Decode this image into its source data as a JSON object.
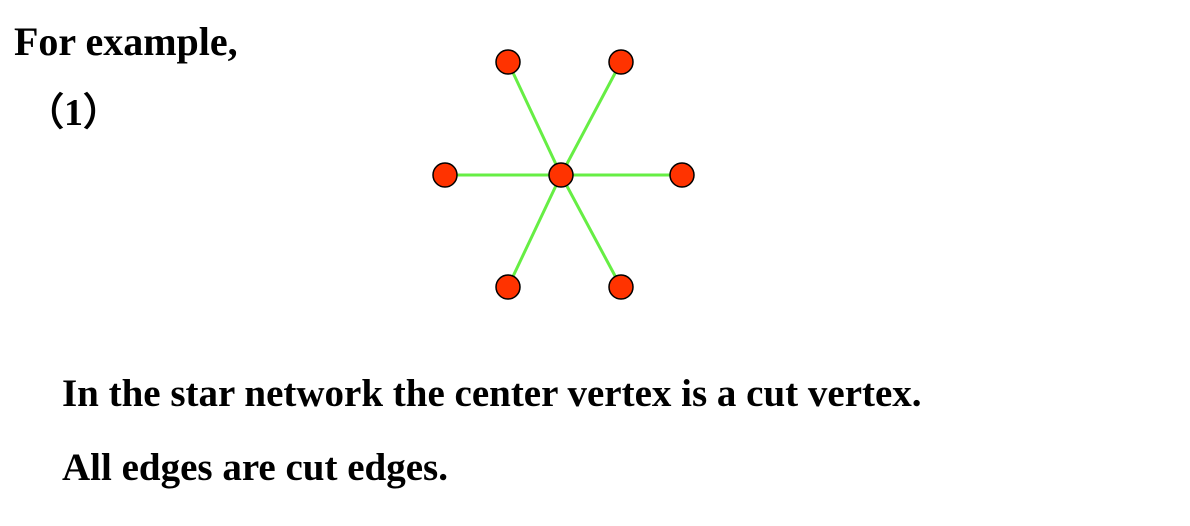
{
  "slide": {
    "heading": "For example,",
    "subheading": "（1）",
    "captions": [
      "In the star network the center vertex is a cut vertex.",
      "All edges are cut edges."
    ]
  },
  "graph": {
    "type": "star",
    "center": "c",
    "vertices": [
      "c",
      "v1",
      "v2",
      "v3",
      "v4",
      "v5",
      "v6"
    ],
    "edges": [
      [
        "c",
        "v1"
      ],
      [
        "c",
        "v2"
      ],
      [
        "c",
        "v3"
      ],
      [
        "c",
        "v4"
      ],
      [
        "c",
        "v5"
      ],
      [
        "c",
        "v6"
      ]
    ],
    "colors": {
      "vertex_fill": "#ff3300",
      "vertex_stroke": "#000000",
      "edge": "#66ee44"
    }
  }
}
